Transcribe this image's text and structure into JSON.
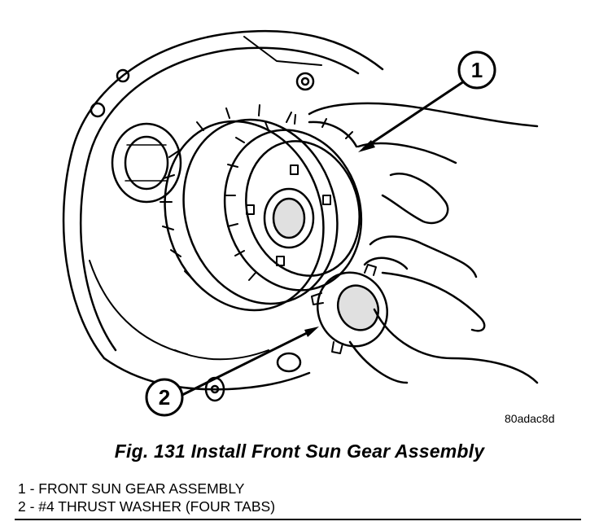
{
  "figure": {
    "image_code": "80adac8d",
    "caption": "Fig. 131 Install Front Sun Gear Assembly",
    "callouts": [
      {
        "number": "1",
        "description": "FRONT SUN GEAR ASSEMBLY"
      },
      {
        "number": "2",
        "description": "#4 THRUST WASHER (FOUR TABS)"
      }
    ]
  },
  "legend": {
    "line1": "1 - FRONT SUN GEAR ASSEMBLY",
    "line2": "2 - #4 THRUST WASHER (FOUR TABS)"
  }
}
